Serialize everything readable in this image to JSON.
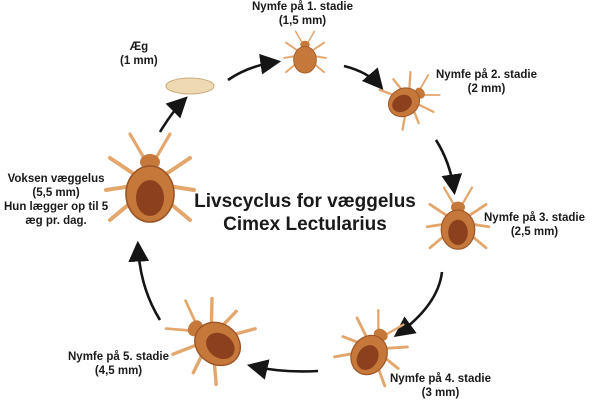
{
  "title": {
    "line1": "Livscyclus for væggelus",
    "line2": "Cimex Lectularius"
  },
  "colors": {
    "arrow": "#151515",
    "body": "#c6773a",
    "body_dark": "#7a2e14",
    "legs": "#e3a66c",
    "egg": "#efd9b2"
  },
  "stages": [
    {
      "id": "egg",
      "icon": "egg-icon",
      "lines": [
        "Æg",
        "(1 mm)"
      ]
    },
    {
      "id": "nymph-1",
      "icon": "bedbug-nymph-1-icon",
      "lines": [
        "Nymfe på 1. stadie",
        "(1,5 mm)"
      ]
    },
    {
      "id": "nymph-2",
      "icon": "bedbug-nymph-2-icon",
      "lines": [
        "Nymfe på 2. stadie",
        "(2 mm)"
      ]
    },
    {
      "id": "nymph-3",
      "icon": "bedbug-nymph-3-icon",
      "lines": [
        "Nymfe på 3. stadie",
        "(2,5 mm)"
      ]
    },
    {
      "id": "nymph-4",
      "icon": "bedbug-nymph-4-icon",
      "lines": [
        "Nymfe på 4. stadie",
        "(3 mm)"
      ]
    },
    {
      "id": "nymph-5",
      "icon": "bedbug-nymph-5-icon",
      "lines": [
        "Nymfe på 5. stadie",
        "(4,5 mm)"
      ]
    },
    {
      "id": "adult",
      "icon": "bedbug-adult-icon",
      "lines": [
        "Voksen væggelus",
        "(5,5 mm)",
        "Hun lægger op til 5",
        "æg pr. dag."
      ]
    }
  ]
}
